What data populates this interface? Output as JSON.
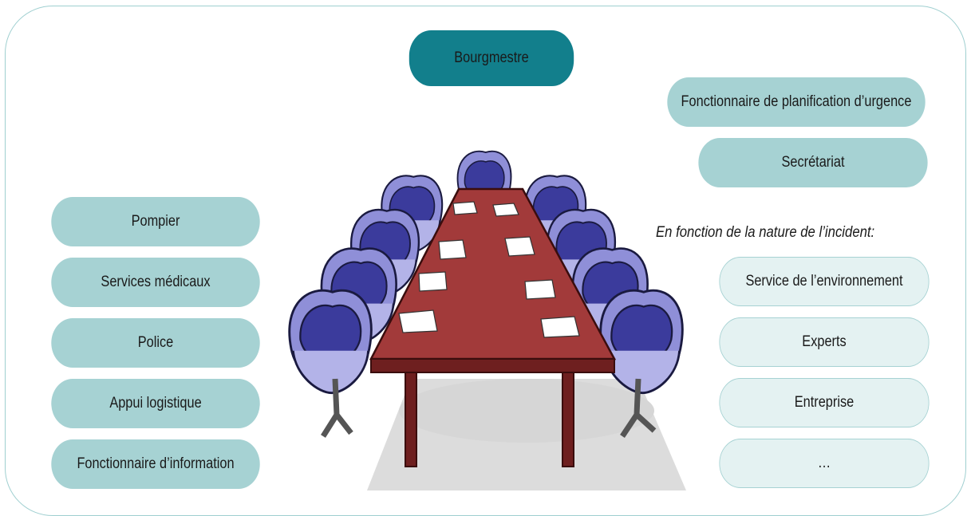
{
  "diagram": {
    "top": {
      "label": "Bourgmestre"
    },
    "right_fixed": [
      {
        "label": "Fonctionnaire de planification d’urgence"
      },
      {
        "label": "Secrétariat"
      }
    ],
    "left": [
      {
        "label": "Pompier"
      },
      {
        "label": "Services médicaux"
      },
      {
        "label": "Police"
      },
      {
        "label": "Appui logistique"
      },
      {
        "label": "Fonctionnaire d’information"
      }
    ],
    "conditional_note": "En fonction de la nature de l’incident:",
    "right_conditional": [
      {
        "label": "Service de l’environnement"
      },
      {
        "label": "Experts"
      },
      {
        "label": "Entreprise"
      },
      {
        "label": "…"
      }
    ],
    "illustration": {
      "icon": "meeting-table-illustration"
    }
  },
  "colors": {
    "primary": "#127f8c",
    "teal": "#a6d2d3",
    "light": "#e4f2f2",
    "border": "#9fcfd0",
    "table": "#9c3a3a",
    "chair": "#8f8fd8",
    "chair_dark": "#3b3b9c"
  }
}
